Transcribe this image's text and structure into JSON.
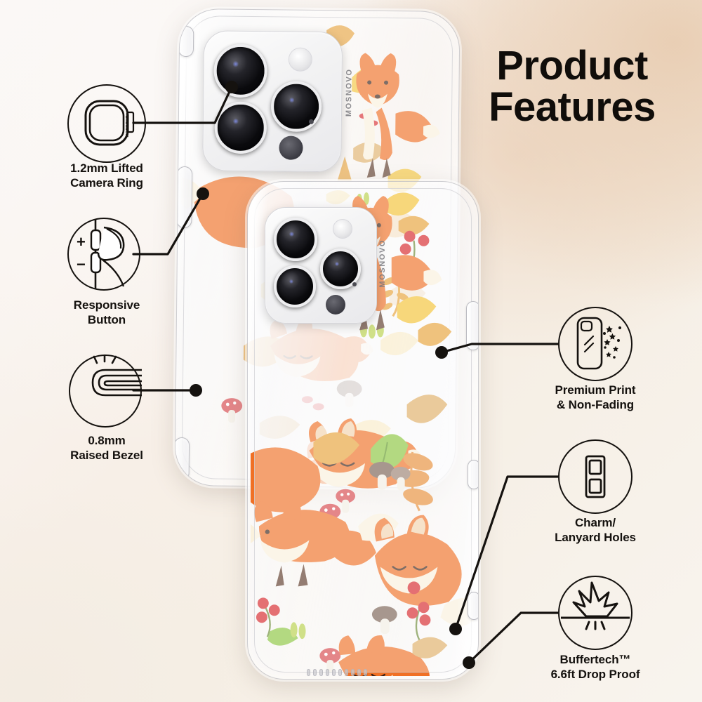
{
  "page": {
    "title_text": "Product\nFeatures",
    "background_colors": {
      "top_left": "#fbf8f6",
      "top_right": "#e9cfb5",
      "bottom_right": "#f7f3ec",
      "bottom_left": "#f3ece2"
    },
    "line_color": "#15120f",
    "text_color": "#14110e"
  },
  "brand": {
    "name": "MOSNOVO"
  },
  "features": [
    {
      "id": "camera-ring",
      "label": "1.2mm Lifted\nCamera Ring",
      "icon": "camera-ring-icon",
      "side": "left"
    },
    {
      "id": "responsive-button",
      "label": "Responsive\nButton",
      "icon": "responsive-button-icon",
      "side": "left",
      "icon_marks": {
        "plus": "+",
        "minus": "−"
      }
    },
    {
      "id": "raised-bezel",
      "label": "0.8mm\nRaised Bezel",
      "icon": "raised-bezel-icon",
      "side": "left"
    },
    {
      "id": "premium-print",
      "label": "Premium Print\n& Non-Fading",
      "icon": "premium-print-icon",
      "side": "right"
    },
    {
      "id": "charm-holes",
      "label": "Charm/\nLanyard Holes",
      "icon": "lanyard-holes-icon",
      "side": "right"
    },
    {
      "id": "buffertech",
      "label": "Buffertech™\n6.6ft Drop Proof",
      "icon": "drop-proof-icon",
      "side": "right"
    }
  ],
  "product": {
    "type": "clear-phone-case",
    "pattern_name": "autumn-fox",
    "pattern_colors": {
      "fox_orange": "#f07025",
      "fox_orange_light": "#f58a3c",
      "fox_cream": "#faf1dd",
      "leaf_yellow": "#f5c437",
      "leaf_gold": "#e8a33a",
      "leaf_green": "#8cc63f",
      "leaf_tan": "#e0b068",
      "berry_red": "#d8262a",
      "mushroom_brown": "#7a6254",
      "paw_brown": "#5c3a28"
    },
    "views": [
      {
        "id": "back-case",
        "position": "upper-left"
      },
      {
        "id": "front-case",
        "position": "lower-right"
      }
    ]
  }
}
